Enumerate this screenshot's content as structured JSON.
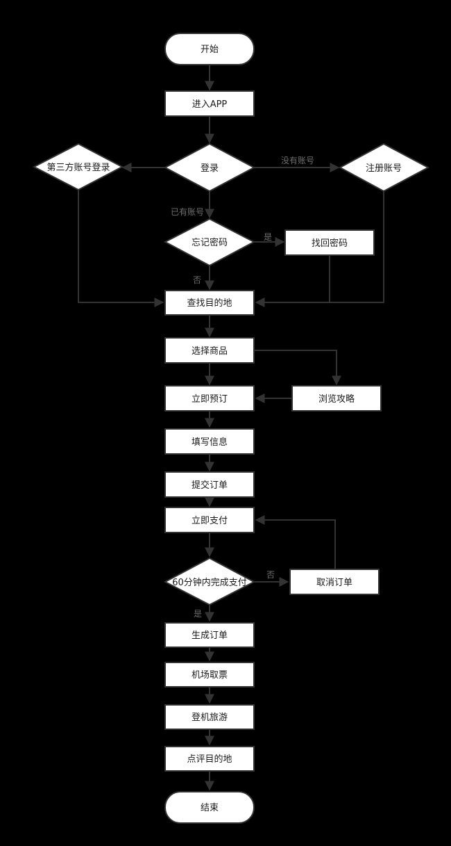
{
  "nodes": {
    "start": "开始",
    "enter_app": "进入APP",
    "login": "登录",
    "third_party_login": "第三方账号登录",
    "register": "注册账号",
    "forgot_password": "忘记密码",
    "recover_password": "找回密码",
    "find_destination": "查找目的地",
    "select_product": "选择商品",
    "browse_guides": "浏览攻略",
    "book_now": "立即预订",
    "fill_info": "填写信息",
    "submit_order": "提交订单",
    "pay_now": "立即支付",
    "pay_within_60": "60分钟内完成支付",
    "cancel_order": "取消订单",
    "generate_order": "生成订单",
    "airport_ticket": "机场取票",
    "board_travel": "登机旅游",
    "review_destination": "点评目的地",
    "end": "结束"
  },
  "edge_labels": {
    "no_account": "没有账号",
    "has_account": "已有账号",
    "forgot_yes": "是",
    "forgot_no": "否",
    "pay_no": "否",
    "pay_yes": "是"
  },
  "colors": {
    "background": "#000000",
    "node_fill": "#ffffff",
    "stroke": "#333333",
    "label": "#6e6e6e"
  }
}
